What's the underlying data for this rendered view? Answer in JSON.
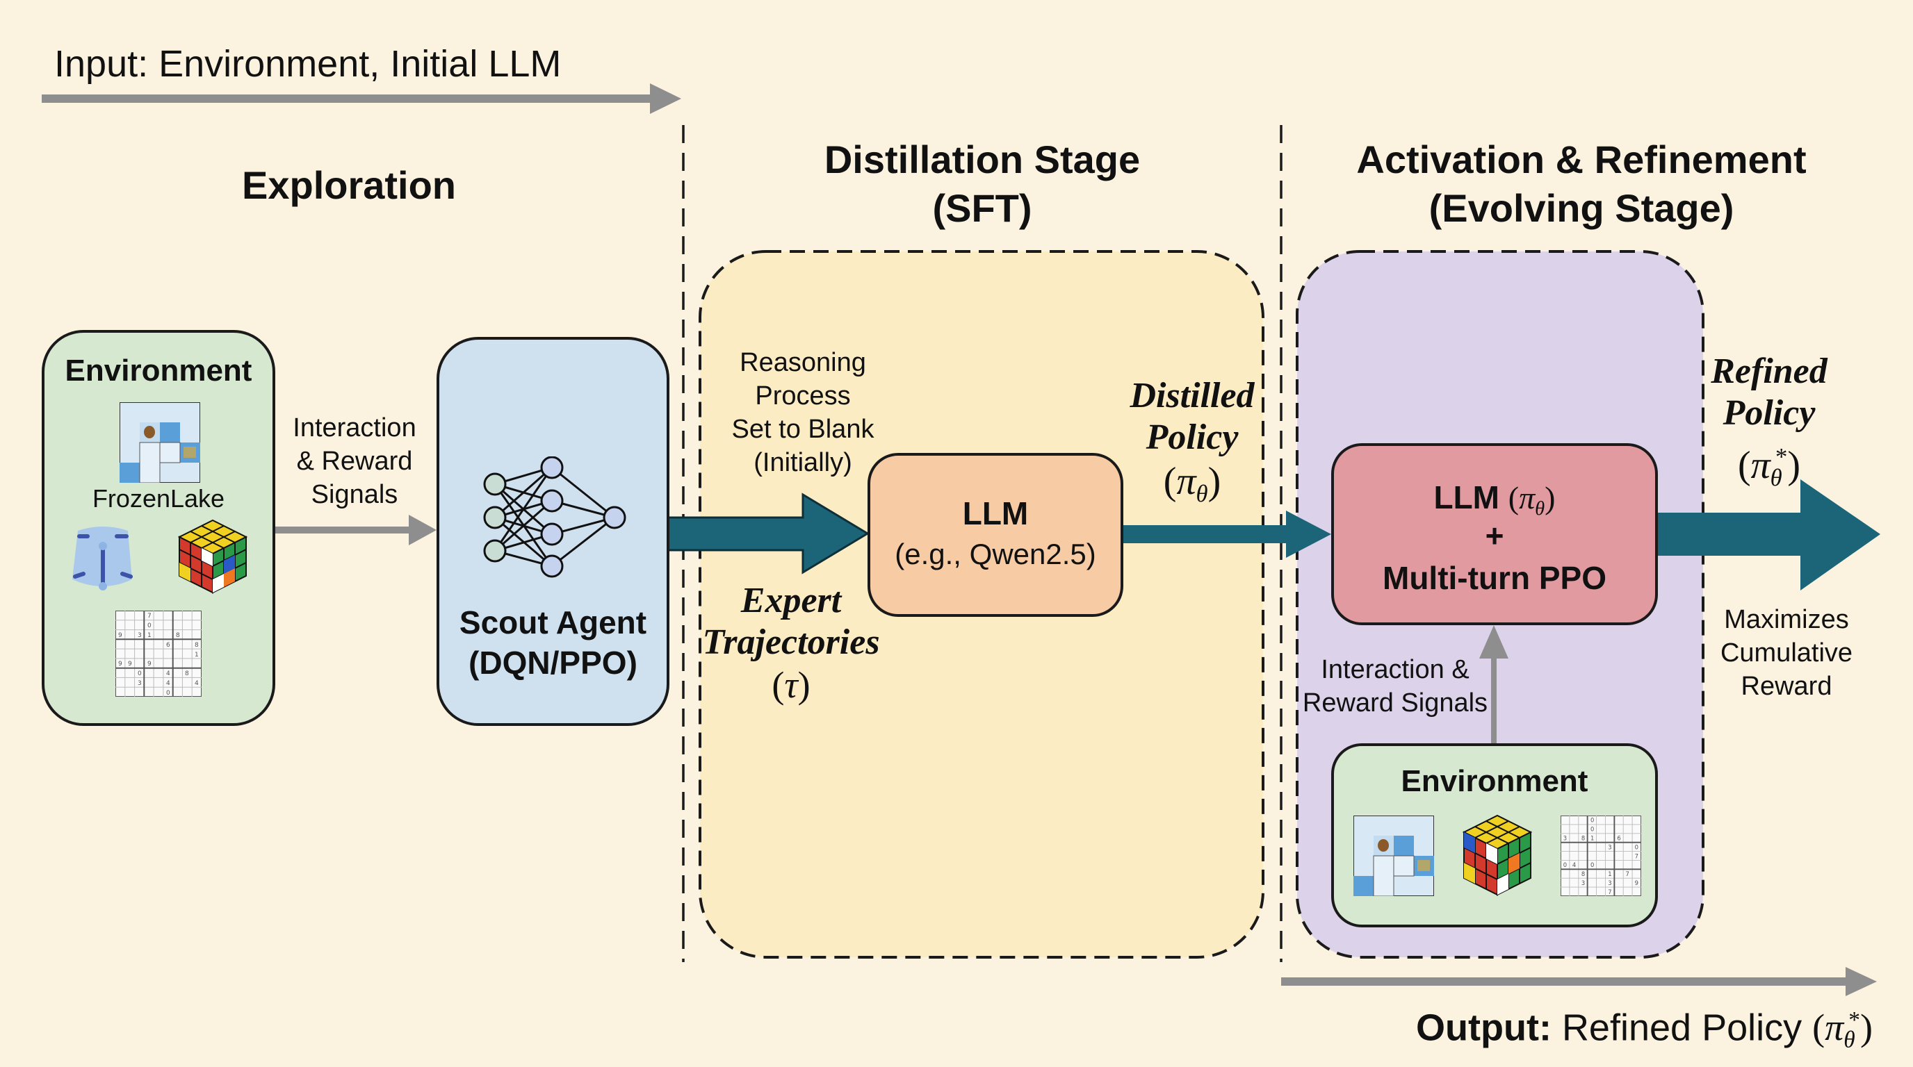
{
  "input": {
    "label": "Input: Environment, Initial LLM"
  },
  "stages": {
    "exploration": {
      "title": "Exploration"
    },
    "distillation": {
      "title_line1": "Distillation Stage",
      "title_line2": "(SFT)"
    },
    "activation": {
      "title_line1": "Activation & Refinement",
      "title_line2": "(Evolving Stage)"
    }
  },
  "environment_left": {
    "title": "Environment",
    "frozenlake_label": "FrozenLake",
    "icons": [
      "frozenlake-grid-icon",
      "robot-walker-icon",
      "rubiks-cube-icon",
      "sudoku-grid-icon"
    ]
  },
  "edge_env_to_scout": {
    "line1": "Interaction",
    "line2": "& Reward",
    "line3": "Signals"
  },
  "scout": {
    "icon": "neural-network-icon",
    "line1": "Scout Agent",
    "line2": "(DQN/PPO)"
  },
  "reasoning_note": {
    "line1": "Reasoning",
    "line2": "Process",
    "line3": "Set to Blank",
    "line4": "(Initially)"
  },
  "expert_trajectories": {
    "line1": "Expert",
    "line2": "Trajectories",
    "symbol": "τ"
  },
  "llm_box": {
    "title": "LLM",
    "subtitle": "(e.g., Qwen2.5)"
  },
  "distilled_policy": {
    "line1": "Distilled",
    "line2": "Policy",
    "symbol": "π",
    "subscript": "θ"
  },
  "ppo_box": {
    "line1_text": "LLM",
    "symbol": "π",
    "subscript": "θ",
    "plus": "+",
    "line3": "Multi-turn PPO"
  },
  "edge_env_to_ppo": {
    "line1": "Interaction &",
    "line2": "Reward Signals"
  },
  "environment_right": {
    "title": "Environment",
    "icons": [
      "frozenlake-grid-icon",
      "rubiks-cube-icon",
      "sudoku-grid-icon"
    ]
  },
  "refined_policy": {
    "line1": "Refined",
    "line2": "Policy",
    "symbol": "π",
    "subscript": "θ",
    "superscript": "*"
  },
  "maximizes": {
    "line1": "Maximizes",
    "line2": "Cumulative",
    "line3": "Reward"
  },
  "output": {
    "bold": "Output:",
    "text": "Refined Policy",
    "symbol": "π",
    "subscript": "θ",
    "superscript": "*"
  },
  "colors": {
    "background": "#fbf3e0",
    "env_green": "#d6e8cf",
    "scout_blue": "#cfe0ef",
    "distill_yellow": "#fcecc4",
    "llm_orange": "#f7cba3",
    "refine_purple": "#dcd3ea",
    "ppo_pink": "#e09aa0",
    "arrow_teal": "#1c6478",
    "arrow_gray": "#8e8e8e"
  }
}
